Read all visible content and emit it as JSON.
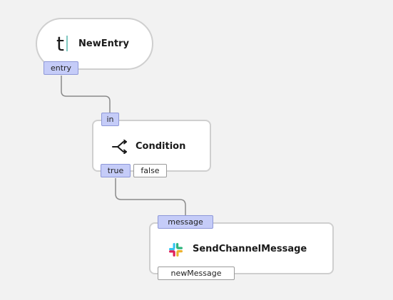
{
  "nodes": {
    "new_entry": {
      "title": "NewEntry",
      "icon": "typeform-t-icon",
      "ports": {
        "entry": "entry"
      }
    },
    "condition": {
      "title": "Condition",
      "icon": "branch-split-icon",
      "ports": {
        "in": "in",
        "true": "true",
        "false": "false"
      }
    },
    "send_channel_message": {
      "title": "SendChannelMessage",
      "icon": "slack-icon",
      "ports": {
        "message": "message",
        "new_message": "newMessage"
      }
    }
  },
  "colors": {
    "canvas_bg": "#f2f2f2",
    "node_border": "#cfcfcf",
    "active_port_bg": "#c5ccf8",
    "active_port_border": "#8e98d8",
    "edge": "#8a8a8a",
    "slack_blue": "#36c5f0",
    "slack_green": "#2eb67d",
    "slack_yellow": "#ecb22e",
    "slack_red": "#e01e5a",
    "typeform_accent": "#7fc7c0"
  }
}
